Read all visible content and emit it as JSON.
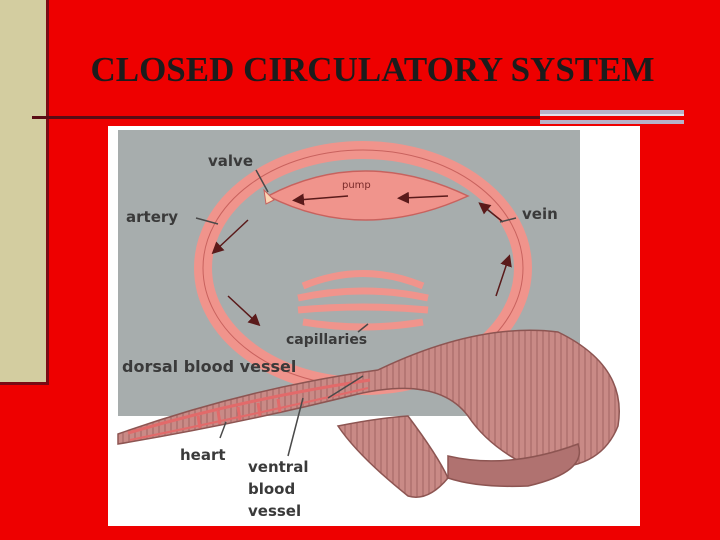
{
  "slide": {
    "title": "CLOSED CIRCULATORY SYSTEM"
  },
  "diagram": {
    "labels": {
      "valve": "valve",
      "pump": "pump",
      "artery": "artery",
      "vein": "vein",
      "capillaries": "capillaries",
      "dorsal": "dorsal blood vessel",
      "heart": "heart",
      "ventral1": "ventral",
      "ventral2": "blood",
      "ventral3": "vessel"
    }
  },
  "colors": {
    "background": "#ee0000",
    "sidebar": "#d3cda0",
    "vessel": "#f0948c",
    "worm": "#c98a86",
    "panel": "#a7adad"
  }
}
